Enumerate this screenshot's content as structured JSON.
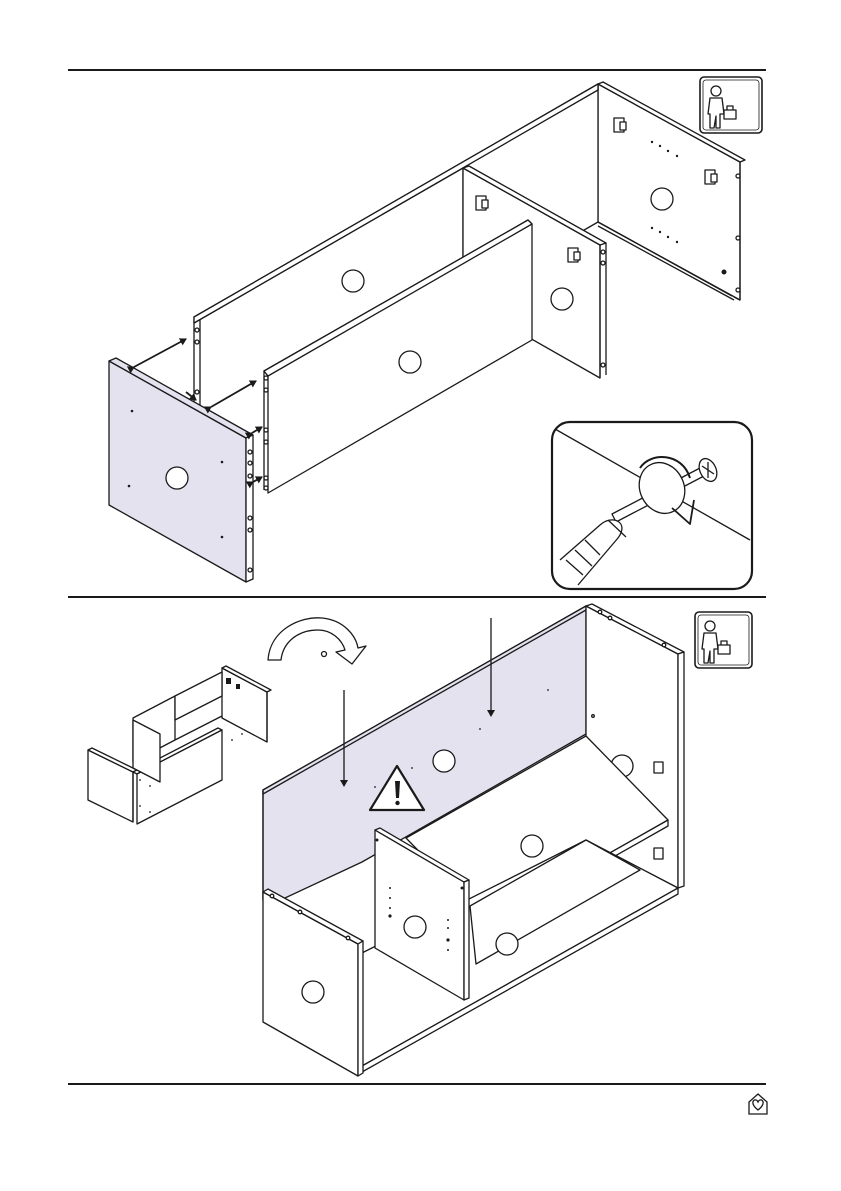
{
  "document": {
    "type": "assembly-instructions-page",
    "steps": [
      {
        "step": "upper",
        "assembler_icon": "person-with-toolbox-icon",
        "parts": [
          "side-panel-left",
          "back-rail",
          "front-rail",
          "middle-divider",
          "side-panel-right"
        ],
        "detail_inset": "screwdriver-tightening-cam-lock-icon",
        "part_labels": [
          "",
          "",
          "",
          "",
          ""
        ]
      },
      {
        "step": "lower",
        "assembler_icon": "person-with-toolbox-icon",
        "rotation_icon": "rotate-clockwise-arrow-icon",
        "warning_icon": "warning-triangle-icon",
        "part_labels": [
          "",
          "",
          "",
          "",
          "",
          ""
        ]
      }
    ],
    "footer_logo": "house-heart-logo-icon",
    "colors": {
      "line": "#1a1a1a",
      "highlight_panel": "#e4e2ef",
      "white": "#ffffff"
    }
  }
}
